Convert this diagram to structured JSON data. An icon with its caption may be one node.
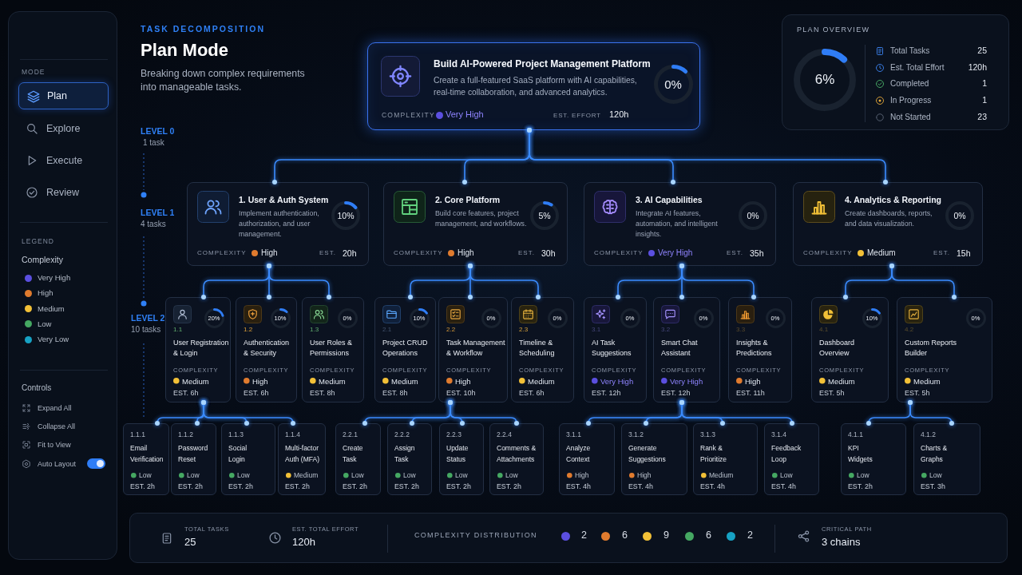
{
  "diagram": {
    "title": "Plan Mode",
    "nodes": [
      {
        "text": [
          "MODE",
          "Explore",
          "Execute",
          "Review",
          "LEGEND",
          "Complexity",
          "Controls",
          "Expand All",
          "Collapse All",
          "Fit to View",
          "Auto Layout"
        ]
      },
      {
        "text": [
          "Plan"
        ],
        "in": 0
      },
      {
        "text": [
          "Build AI-Powered Project Management Platform",
          "Create a full-featured SaaS platform with AI capabilities, real-time collaboration, and advanced analytics.",
          "0%",
          "COMPLEXITY",
          "Very High",
          "EST. EFFORT",
          "120h"
        ]
      },
      {
        "text": [
          "PLAN OVERVIEW",
          "6%",
          "Total Tasks",
          "25",
          "Est. Total Effort",
          "120h",
          "Completed",
          "1",
          "In Progress",
          "1",
          "Not Started",
          "23"
        ]
      },
      {
        "text": [
          "1. User & Auth System",
          "Implement authentication, authorization, and user management.",
          "10%",
          "COMPLEXITY",
          "High",
          "EST.",
          "20h"
        ]
      },
      {
        "text": [
          "2. Core Platform",
          "Build core features, project management, and workflows.",
          "5%",
          "COMPLEXITY",
          "High",
          "EST.",
          "30h"
        ]
      },
      {
        "text": [
          "3. AI Capabilities",
          "Integrate AI features, automation, and intelligent insights.",
          "0%",
          "COMPLEXITY",
          "Very High",
          "EST.",
          "35h"
        ]
      },
      {
        "text": [
          "4. Analytics & Reporting",
          "Create dashboards, reports, and data visualization.",
          "0%",
          "COMPLEXITY",
          "Medium",
          "EST.",
          "15h"
        ]
      },
      {
        "text": [
          "20%",
          "1.1",
          "User Registration & Login",
          "COMPLEXITY",
          "Medium",
          "EST. 6h"
        ]
      },
      {
        "text": [
          "10%",
          "1.2",
          "Authentication & Security",
          "COMPLEXITY",
          "High",
          "EST. 6h"
        ]
      },
      {
        "text": [
          "0%",
          "1.3",
          "User Roles & Permissions",
          "COMPLEXITY",
          "Medium",
          "EST. 8h"
        ]
      },
      {
        "text": [
          "10%",
          "2.1",
          "Project CRUD Operations",
          "COMPLEXITY",
          "Medium",
          "EST. 8h"
        ]
      },
      {
        "text": [
          "0%",
          "2.2",
          "Task Management & Workflow",
          "COMPLEXITY",
          "High",
          "EST. 10h"
        ]
      },
      {
        "text": [
          "0%",
          "2.3",
          "Timeline & Scheduling",
          "COMPLEXITY",
          "Medium",
          "EST. 6h"
        ]
      },
      {
        "text": [
          "0%",
          "3.1",
          "AI Task Suggestions",
          "COMPLEXITY",
          "Very High",
          "EST. 12h"
        ]
      },
      {
        "text": [
          "0%",
          "3.2",
          "Smart Chat Assistant",
          "COMPLEXITY",
          "Very High",
          "EST. 12h"
        ]
      },
      {
        "text": [
          "0%",
          "3.3",
          "Insights & Predictions",
          "COMPLEXITY",
          "High",
          "EST. 11h"
        ]
      },
      {
        "text": [
          "10%",
          "4.1",
          "Dashboard Overview",
          "COMPLEXITY",
          "Medium",
          "EST. 5h"
        ]
      },
      {
        "text": [
          "0%",
          "4.2",
          "Custom Reports Builder",
          "COMPLEXITY",
          "Medium",
          "EST. 5h"
        ]
      },
      {
        "text": [
          "1.1.1",
          "Email Verification",
          "Low",
          "EST. 2h"
        ]
      },
      {
        "text": [
          "1.1.2",
          "Password Reset",
          "Low",
          "EST. 2h"
        ]
      },
      {
        "text": [
          "1.1.3",
          "Social Login",
          "Low",
          "EST. 2h"
        ]
      },
      {
        "text": [
          "1.1.4",
          "Multi-factor Auth (MFA)",
          "Medium",
          "EST. 2h"
        ]
      },
      {
        "text": [
          "2.2.1",
          "Create Task",
          "Low",
          "EST. 2h"
        ]
      },
      {
        "text": [
          "2.2.2",
          "Assign Task",
          "Low",
          "EST. 2h"
        ]
      },
      {
        "text": [
          "2.2.3",
          "Update Status",
          "Low",
          "EST. 2h"
        ]
      },
      {
        "text": [
          "2.2.4",
          "Comments & Attachments",
          "Low",
          "EST. 2h"
        ]
      },
      {
        "text": [
          "3.1.1",
          "Analyze Context",
          "High",
          "EST. 4h"
        ]
      },
      {
        "text": [
          "3.1.2",
          "Generate Suggestions",
          "High",
          "EST. 4h"
        ]
      },
      {
        "text": [
          "3.1.3",
          "Rank & Prioritize",
          "Medium",
          "EST. 4h"
        ]
      },
      {
        "text": [
          "3.1.4",
          "Feedback Loop",
          "Low",
          "EST. 4h"
        ]
      },
      {
        "text": [
          "4.1.1",
          "KPI Widgets",
          "Low",
          "EST. 2h"
        ]
      },
      {
        "text": [
          "4.1.2",
          "Charts & Graphs",
          "Low",
          "EST. 3h"
        ]
      },
      {
        "text": [
          "TOTAL TASKS",
          "25",
          "EST. TOTAL EFFORT",
          "120h",
          "COMPLEXITY DISTRIBUTION",
          "2",
          "6",
          "9",
          "6",
          "2",
          "CRITICAL PATH",
          "3 chains"
        ]
      }
    ],
    "edges": [
      {
        "from": 2,
        "to": 4,
        "arrow": "other"
      },
      {
        "from": 2,
        "to": 5,
        "arrow": "other"
      },
      {
        "from": 2,
        "to": 6,
        "arrow": "other"
      },
      {
        "from": 2,
        "to": 7,
        "arrow": "other"
      },
      {
        "from": 4,
        "to": 8,
        "arrow": "other"
      },
      {
        "from": 4,
        "to": 9,
        "arrow": "other"
      },
      {
        "from": 4,
        "to": 10,
        "arrow": "other"
      },
      {
        "from": 5,
        "to": 11,
        "arrow": "other"
      },
      {
        "from": 5,
        "to": 12,
        "arrow": "other"
      },
      {
        "from": 5,
        "to": 13,
        "arrow": "other"
      },
      {
        "from": 6,
        "to": 14,
        "arrow": "other"
      },
      {
        "from": 6,
        "to": 15,
        "arrow": "other"
      },
      {
        "from": 6,
        "to": 16,
        "arrow": "other"
      },
      {
        "from": 7,
        "to": 17,
        "arrow": "other"
      },
      {
        "from": 7,
        "to": 18,
        "arrow": "other"
      },
      {
        "from": 8,
        "to": 19,
        "arrow": "other"
      },
      {
        "from": 8,
        "to": 20,
        "arrow": "other"
      },
      {
        "from": 8,
        "to": 21,
        "arrow": "other"
      },
      {
        "from": 8,
        "to": 22,
        "arrow": "other"
      },
      {
        "from": 12,
        "to": 23,
        "arrow": "other"
      },
      {
        "from": 12,
        "to": 24,
        "arrow": "other"
      },
      {
        "from": 12,
        "to": 25,
        "arrow": "other"
      },
      {
        "from": 12,
        "to": 26,
        "arrow": "other"
      },
      {
        "from": 15,
        "to": 27,
        "arrow": "other"
      },
      {
        "from": 15,
        "to": 28,
        "arrow": "other"
      },
      {
        "from": 15,
        "to": 29,
        "arrow": "other"
      },
      {
        "from": 15,
        "to": 30,
        "arrow": "other"
      },
      {
        "from": 18,
        "to": 31,
        "arrow": "other"
      },
      {
        "from": 18,
        "to": 32,
        "arrow": "other"
      }
    ],
    "labels": [
      "TASK DECOMPOSITION",
      "Breaking down complex requirements into manageable tasks.",
      "LEVEL 0",
      "1 task",
      "LEVEL 1",
      "4 tasks",
      "LEVEL 2",
      "10 tasks"
    ],
    "legend": [
      {
        "text": "Very High",
        "color": "#5b4fe0"
      },
      {
        "text": "High",
        "color": "#e07b2e"
      },
      {
        "text": "Medium",
        "color": "#f2c037"
      },
      {
        "text": "Low",
        "color": "#45a862"
      },
      {
        "text": "Very Low",
        "color": "#17a2c4"
      }
    ]
  }
}
